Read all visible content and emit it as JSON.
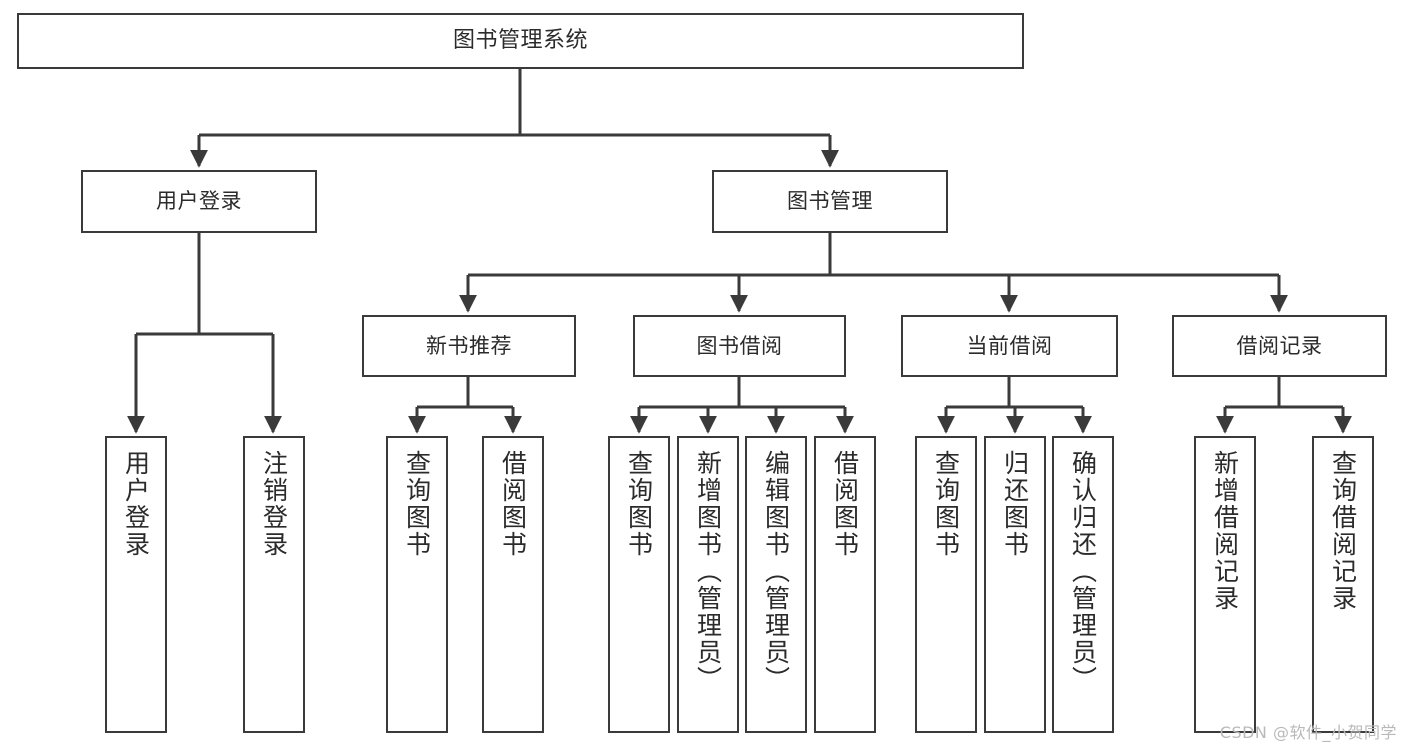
{
  "diagram": {
    "title": "图书管理系统",
    "type": "tree-hierarchy-chart",
    "colors": {
      "box_border": "#3a3a3a",
      "box_fill": "#ffffff",
      "edge": "#3a3a3a",
      "text": "#2b2b2b",
      "watermark": "#b9b9b9"
    },
    "levels": {
      "root": {
        "label": "图书管理系统"
      },
      "level2": [
        {
          "label": "用户登录"
        },
        {
          "label": "图书管理"
        }
      ],
      "level3": [
        {
          "label": "新书推荐"
        },
        {
          "label": "图书借阅"
        },
        {
          "label": "当前借阅"
        },
        {
          "label": "借阅记录"
        }
      ],
      "leaves": {
        "user_login": [
          {
            "label": "用户登录"
          },
          {
            "label": "注销登录"
          }
        ],
        "new_book_recommend": [
          {
            "label": "查询图书"
          },
          {
            "label": "借阅图书"
          }
        ],
        "book_borrow": [
          {
            "label": "查询图书"
          },
          {
            "label": "新增图书（管理员）"
          },
          {
            "label": "编辑图书（管理员）"
          },
          {
            "label": "借阅图书"
          }
        ],
        "current_borrow": [
          {
            "label": "查询图书"
          },
          {
            "label": "归还图书"
          },
          {
            "label": "确认归还（管理员）"
          }
        ],
        "borrow_record": [
          {
            "label": "新增借阅记录"
          },
          {
            "label": "查询借阅记录"
          }
        ]
      }
    }
  },
  "watermark": {
    "text": "CSDN @软件_小贺同学"
  }
}
